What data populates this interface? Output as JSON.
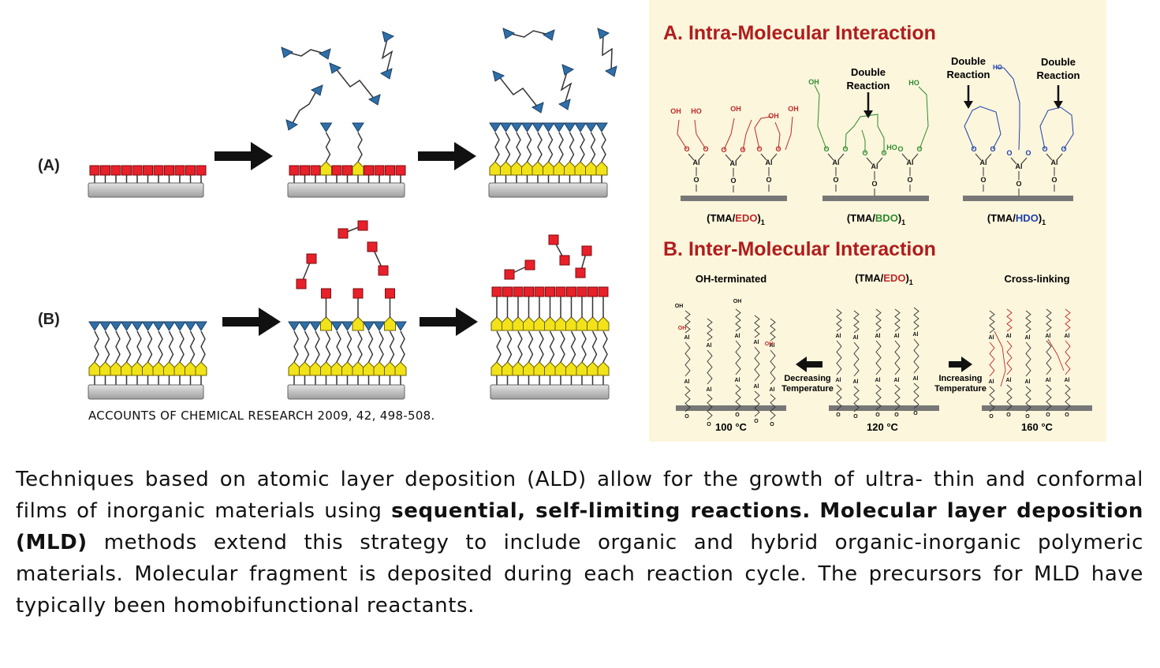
{
  "left_figure": {
    "row_a_label": "(A)",
    "row_b_label": "(B)",
    "citation": "ACCOUNTS OF CHEMICAL RESEARCH 2009, 42, 498-508."
  },
  "right_figure": {
    "section_a_title": "A. Intra-Molecular Interaction",
    "section_b_title": "B. Inter-Molecular Interaction",
    "double_reaction": "Double Reaction",
    "double_reaction_l1": "Double",
    "double_reaction_l2": "Reaction",
    "panel_labels": [
      {
        "prefix": "(TMA/",
        "precursor": "EDO",
        "suffix": ")",
        "sub": "1",
        "color": "#c0282a"
      },
      {
        "prefix": "(TMA/",
        "precursor": "BDO",
        "suffix": ")",
        "sub": "1",
        "color": "#2e8b2e"
      },
      {
        "prefix": "(TMA/",
        "precursor": "HDO",
        "suffix": ")",
        "sub": "1",
        "color": "#1f3fae"
      }
    ],
    "oh_terminated": "OH-terminated",
    "cross_linking": "Cross-linking",
    "center_label": {
      "prefix": "(TMA/",
      "precursor": "EDO",
      "suffix": ")",
      "sub": "1"
    },
    "decreasing_temperature_l1": "Decreasing",
    "decreasing_temperature_l2": "Temperature",
    "increasing_temperature_l1": "Increasing",
    "increasing_temperature_l2": "Temperature",
    "temperatures": [
      "100 °C",
      "120 °C",
      "160 °C"
    ],
    "atom_labels": {
      "oh": "OH",
      "ho": "HO",
      "o": "O",
      "al": "Al"
    }
  },
  "paragraph": {
    "part1": "Techniques based on atomic layer deposition (ALD) allow for the growth of ultra- thin and conformal films of inorganic materials using ",
    "bold1": "sequential, self-limiting reactions.",
    "part2": " ",
    "bold2": "Molecular layer deposition (MLD)",
    "part3": " methods extend this strategy to include organic and hybrid organic-inorganic polymeric materials. Molecular fragment is deposited during each reaction cycle. The precursors for MLD have typically been homobifunctional reactants."
  }
}
